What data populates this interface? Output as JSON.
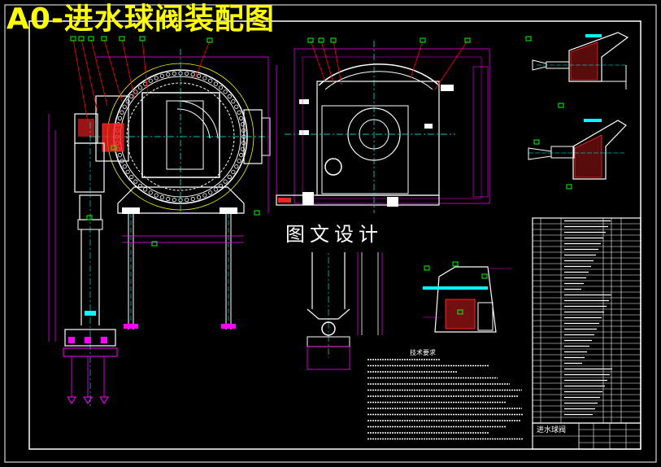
{
  "drawing": {
    "title": "A0-进水球阀装配图",
    "watermark": "图文设计",
    "notes_title": "技术要求",
    "titleblock_name": "进水球阀"
  },
  "colors": {
    "background": "#000000",
    "title": "#ffff00",
    "frame": "#ffffff",
    "outline": "#ffffff",
    "centerline": "#00ffff",
    "section": "#ff2222",
    "dimension": "#ff00ff",
    "leader": "#ff0000",
    "balloon": "#00ff00",
    "hidden": "#ffff00"
  }
}
